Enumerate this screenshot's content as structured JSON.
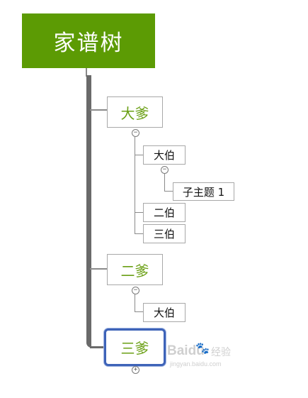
{
  "root": {
    "label": "家谱树"
  },
  "branches": [
    {
      "label": "大爹",
      "children": [
        {
          "label": "大伯",
          "children": [
            {
              "label": "子主题 1"
            }
          ]
        },
        {
          "label": "二伯"
        },
        {
          "label": "三伯"
        }
      ]
    },
    {
      "label": "二爹",
      "children": [
        {
          "label": "大伯"
        }
      ]
    },
    {
      "label": "三爹",
      "collapsed": true
    }
  ],
  "icons": {
    "collapse": "minus-circle-icon",
    "expand": "plus-circle-icon"
  },
  "colors": {
    "root_fill": "#5c9b04",
    "level1_text": "#6a9f14",
    "selection": "#3e63b8"
  },
  "watermark": {
    "logo": "Baidu",
    "paw": "🐾",
    "text": "经验",
    "url": "jingyan.baidu.com"
  }
}
